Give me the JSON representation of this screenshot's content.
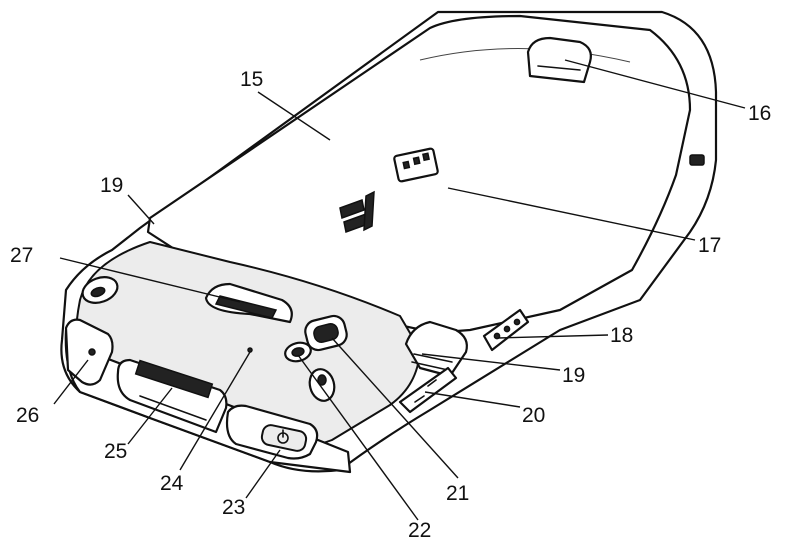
{
  "callouts": {
    "c15": "15",
    "c16": "16",
    "c17": "17",
    "c18": "18",
    "c19a": "19",
    "c19b": "19",
    "c20": "20",
    "c21": "21",
    "c22": "22",
    "c23": "23",
    "c24": "24",
    "c25": "25",
    "c26": "26",
    "c27": "27"
  }
}
